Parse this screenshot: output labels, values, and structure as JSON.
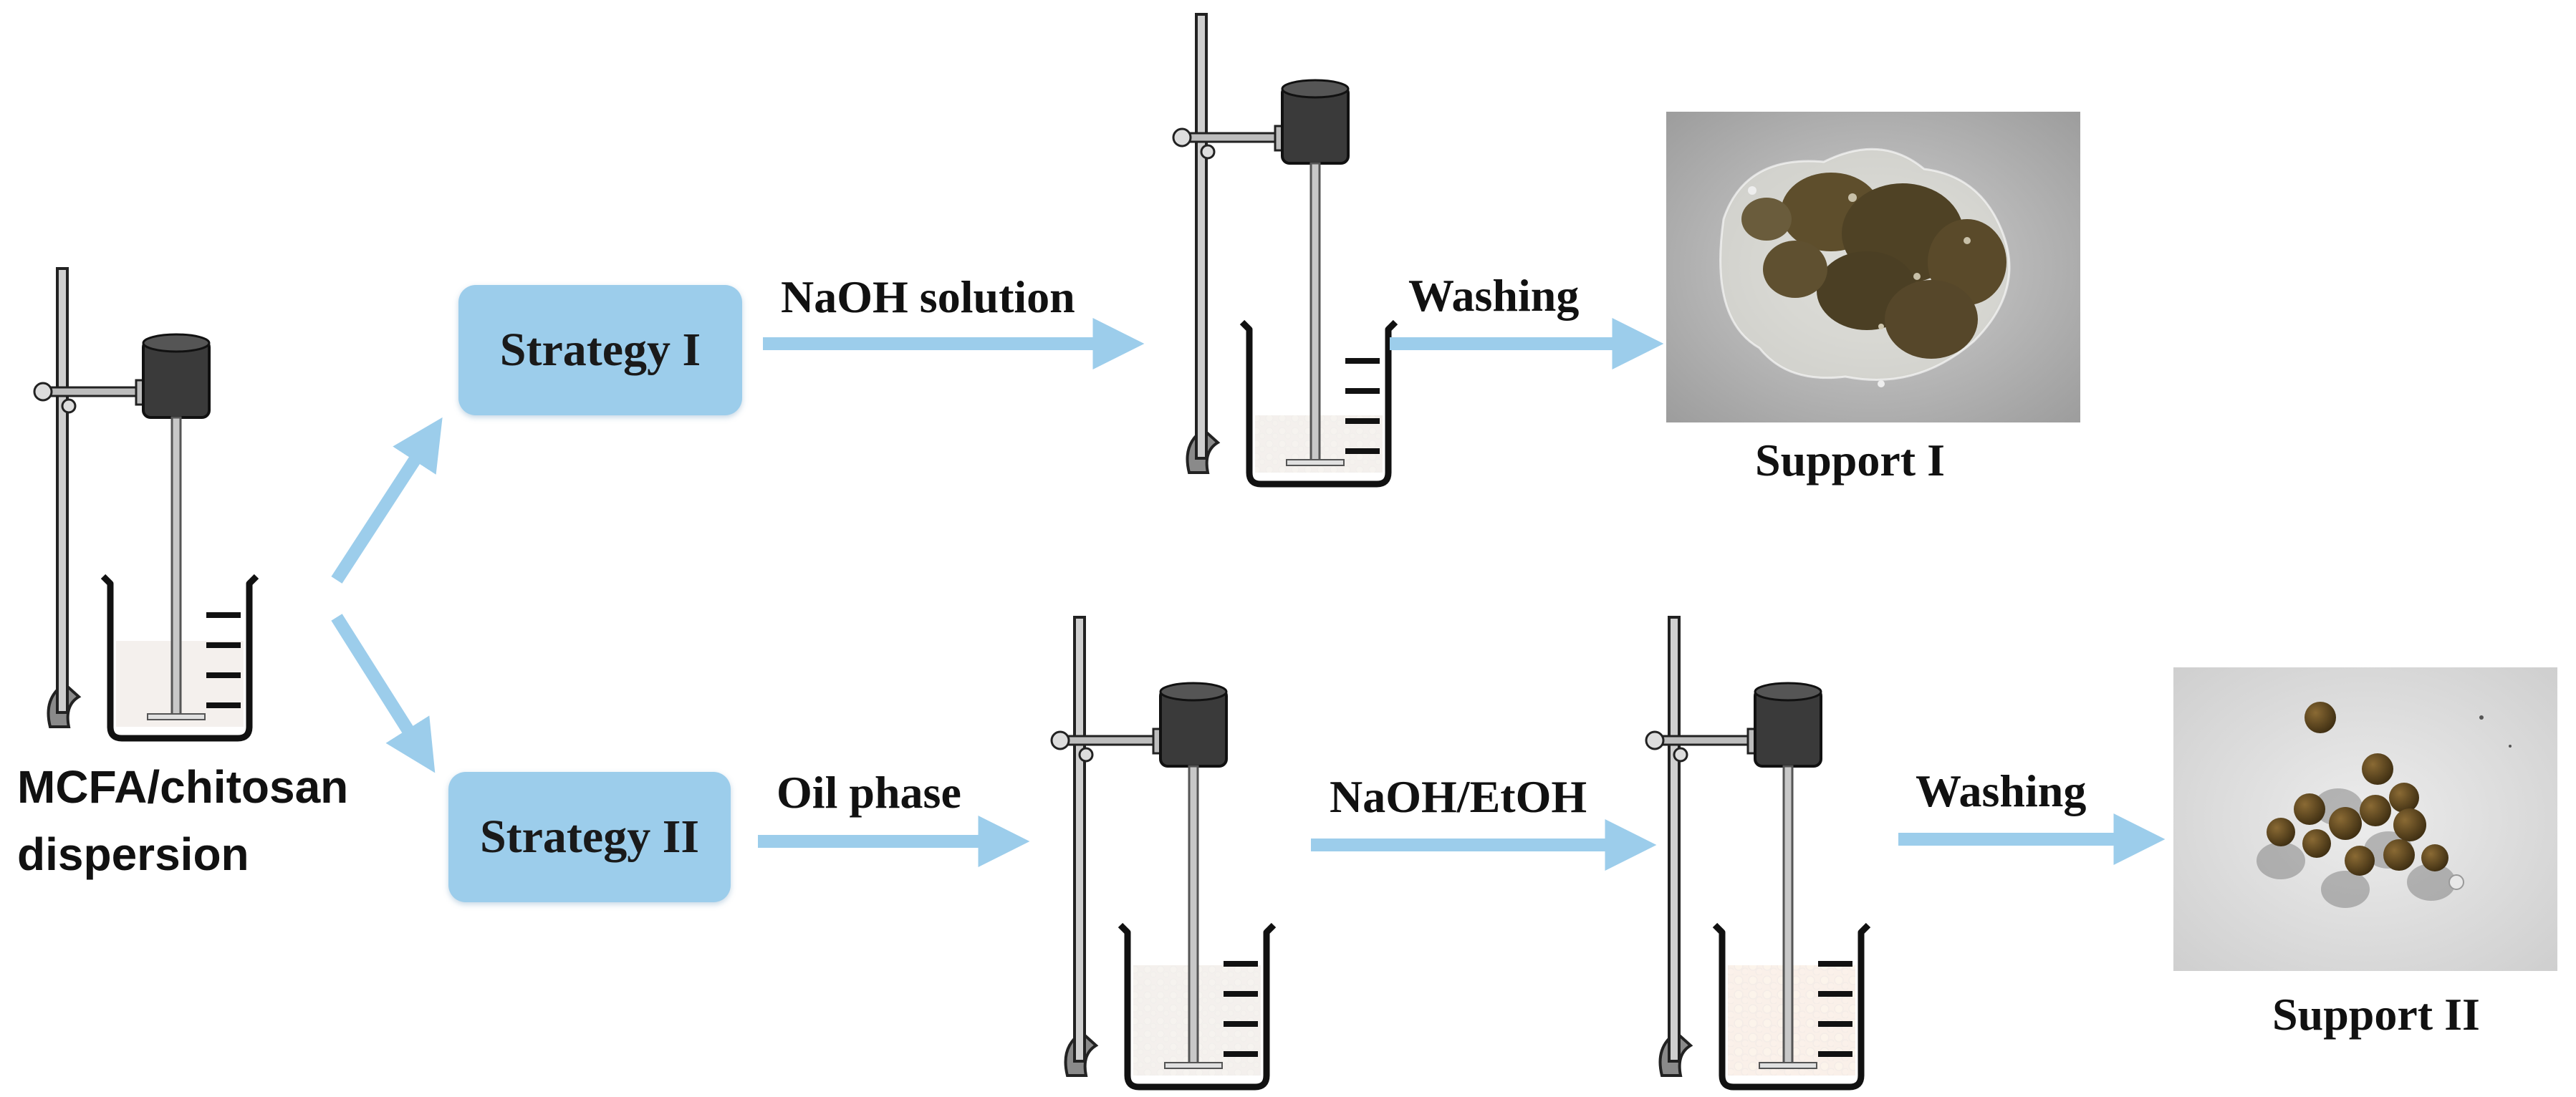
{
  "start": {
    "label_line1": "MCFA/chitosan",
    "label_line2": "dispersion"
  },
  "strategies": [
    {
      "name": "Strategy I"
    },
    {
      "name": "Strategy II"
    }
  ],
  "steps": {
    "naoh_solution": "NaOH solution",
    "washing_1": "Washing",
    "oil_phase": "Oil phase",
    "naoh_etoh": "NaOH/EtOH",
    "washing_2": "Washing"
  },
  "products": {
    "support_1": "Support I",
    "support_2": "Support II"
  },
  "colors": {
    "arrow": "#9ccdeb",
    "box": "#9ccdeb",
    "motor": "#3a3a3a",
    "slurry_brown": "#8b6b4a",
    "slurry_orange": "#c8681e",
    "photo_bg": "#c8c8c8"
  }
}
